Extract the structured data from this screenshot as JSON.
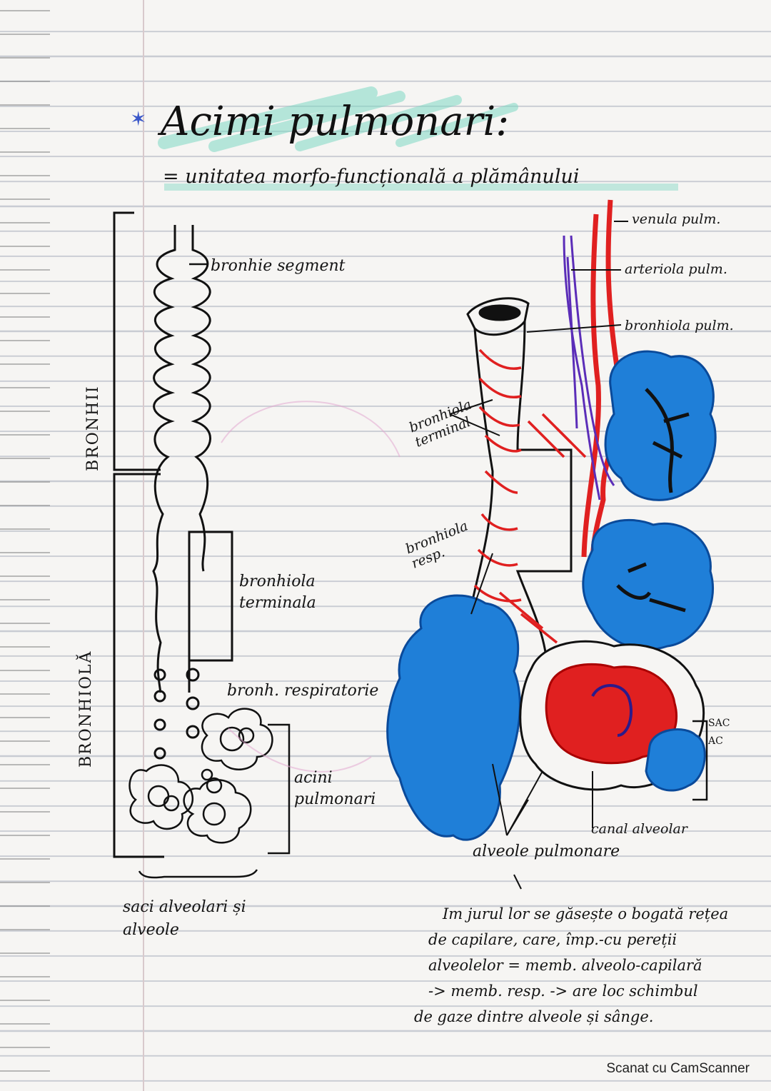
{
  "title": "Acimi pulmonari:",
  "subtitle": "= unitatea morfo-funcțională a plămânului",
  "left_diagram": {
    "bracket_labels": [
      "BRONHII",
      "BRONHIOLĂ"
    ],
    "labels": {
      "bronhie_segment": "bronhie segment",
      "bronhiola_terminala": "bronhiola terminala",
      "bronh_respiratorie": "bronh. respiratorie",
      "acini_pulmonari": "acini pulmonari",
      "saci_alveolari": "saci alveolari și alveole"
    }
  },
  "right_diagram": {
    "labels": {
      "venula": "venula pulm.",
      "arteriola": "arteriola pulm.",
      "bronhiola_pulm": "bronhiola pulm.",
      "bronhiola_terminal": "bronhiola terminal",
      "bronhiola_resp": "bronhiola resp.",
      "canal_alveolar": "canal alveolar",
      "alveole_pulmonare": "alveole pulmonare",
      "sac": "SAC",
      "partial": "AC"
    }
  },
  "note_lines": [
    "Im jurul lor se găsește o bogată rețea",
    "de capilare, care, împ.-cu pereții",
    "alveolelor = memb. alveolo-capilară",
    "-> memb. resp. -> are loc schimbul",
    "de gaze dintre alveole și sânge."
  ],
  "footer": "Scanat cu CamScanner",
  "colors": {
    "ink": "#141414",
    "blue": "#1f7fd8",
    "red": "#e02020",
    "purple": "#5b2db8",
    "highlight": "#7fd8c4"
  }
}
